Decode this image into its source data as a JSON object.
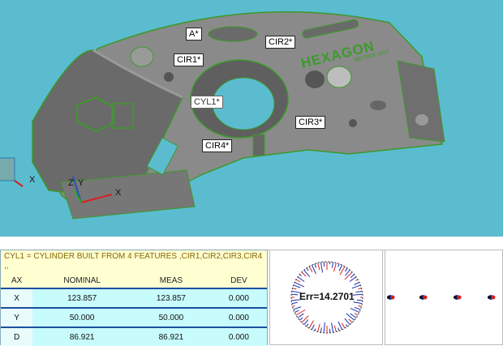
{
  "viewport": {
    "labels": {
      "a": "A*",
      "cir1": "CIR1*",
      "cir2": "CIR2*",
      "cir3": "CIR3*",
      "cir4": "CIR4*",
      "cyl1": "CYL1*"
    },
    "logo": "HEXAGON",
    "logo_sub": "METROLOGY",
    "axes": {
      "x": "X",
      "y": "Y",
      "z": "Z",
      "x_left": "X"
    }
  },
  "report": {
    "header": "CYL1 = CYLINDER BUILT FROM 4 FEATURES ,CIR1,CIR2,CIR3,CIR4",
    "header_cont": ",,",
    "columns": [
      "AX",
      "NOMINAL",
      "MEAS",
      "DEV"
    ],
    "rows": [
      [
        "X",
        "123.857",
        "123.857",
        "0.000"
      ],
      [
        "Y",
        "50.000",
        "50.000",
        "0.000"
      ],
      [
        "D",
        "86.921",
        "86.921",
        "0.000"
      ]
    ]
  },
  "plot": {
    "err": "Err=14.2701"
  },
  "colors": {
    "viewport_bg": "#5bbcd0",
    "part": "#8a8a8a",
    "edge": "#3c9a2a",
    "table_row": "#c8fbfb",
    "header_bg": "#ffffd2"
  }
}
